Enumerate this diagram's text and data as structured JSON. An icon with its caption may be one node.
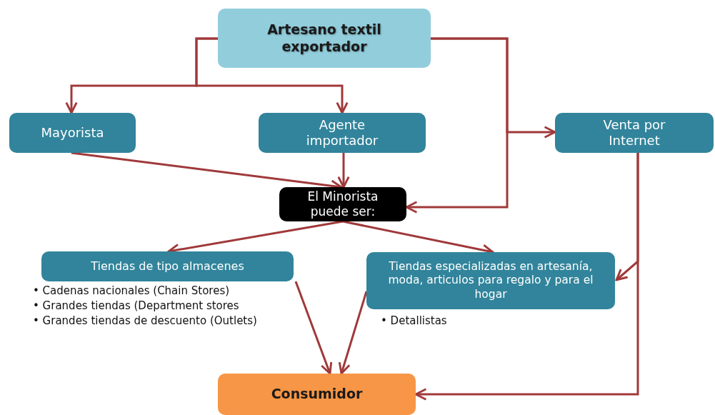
{
  "diagram": {
    "nodes": [
      {
        "text": [
          "Artesano textil exportador"
        ]
      },
      {
        "text": [
          "Mayorista"
        ]
      },
      {
        "text": [
          "Agente importador"
        ]
      },
      {
        "text": [
          "Venta por Internet"
        ]
      },
      {
        "text": [
          "El Minorista puede ser:"
        ]
      },
      {
        "text": [
          "Tiendas de tipo almacenes"
        ],
        "beside": [
          "• Cadenas nacionales (Chain Stores)",
          "• Grandes tiendas (Department stores",
          "• Grandes tiendas de descuento (Outlets)"
        ]
      },
      {
        "text": [
          "Tiendas especializadas en artesanía, moda, articulos para regalo y para el hogar"
        ],
        "beside": [
          "• Detallistas"
        ]
      },
      {
        "text": [
          "Consumidor"
        ]
      }
    ],
    "edges": [
      {
        "from": 0,
        "to": 1,
        "arrow": "to"
      },
      {
        "from": 0,
        "to": 2,
        "arrow": "to"
      },
      {
        "from": 0,
        "to": 3,
        "arrow": "to"
      },
      {
        "from": 0,
        "to": 4,
        "arrow": "to"
      },
      {
        "from": 1,
        "to": 4,
        "arrow": "to"
      },
      {
        "from": 2,
        "to": 4,
        "arrow": "to"
      },
      {
        "from": 4,
        "to": 5,
        "arrow": "to"
      },
      {
        "from": 4,
        "to": 6,
        "arrow": "to"
      },
      {
        "from": 5,
        "to": 7,
        "arrow": "to"
      },
      {
        "from": 6,
        "to": 7,
        "arrow": "to"
      },
      {
        "from": 3,
        "to": 6,
        "arrow": "to"
      },
      {
        "from": 3,
        "to": 7,
        "arrow": "to"
      }
    ]
  }
}
